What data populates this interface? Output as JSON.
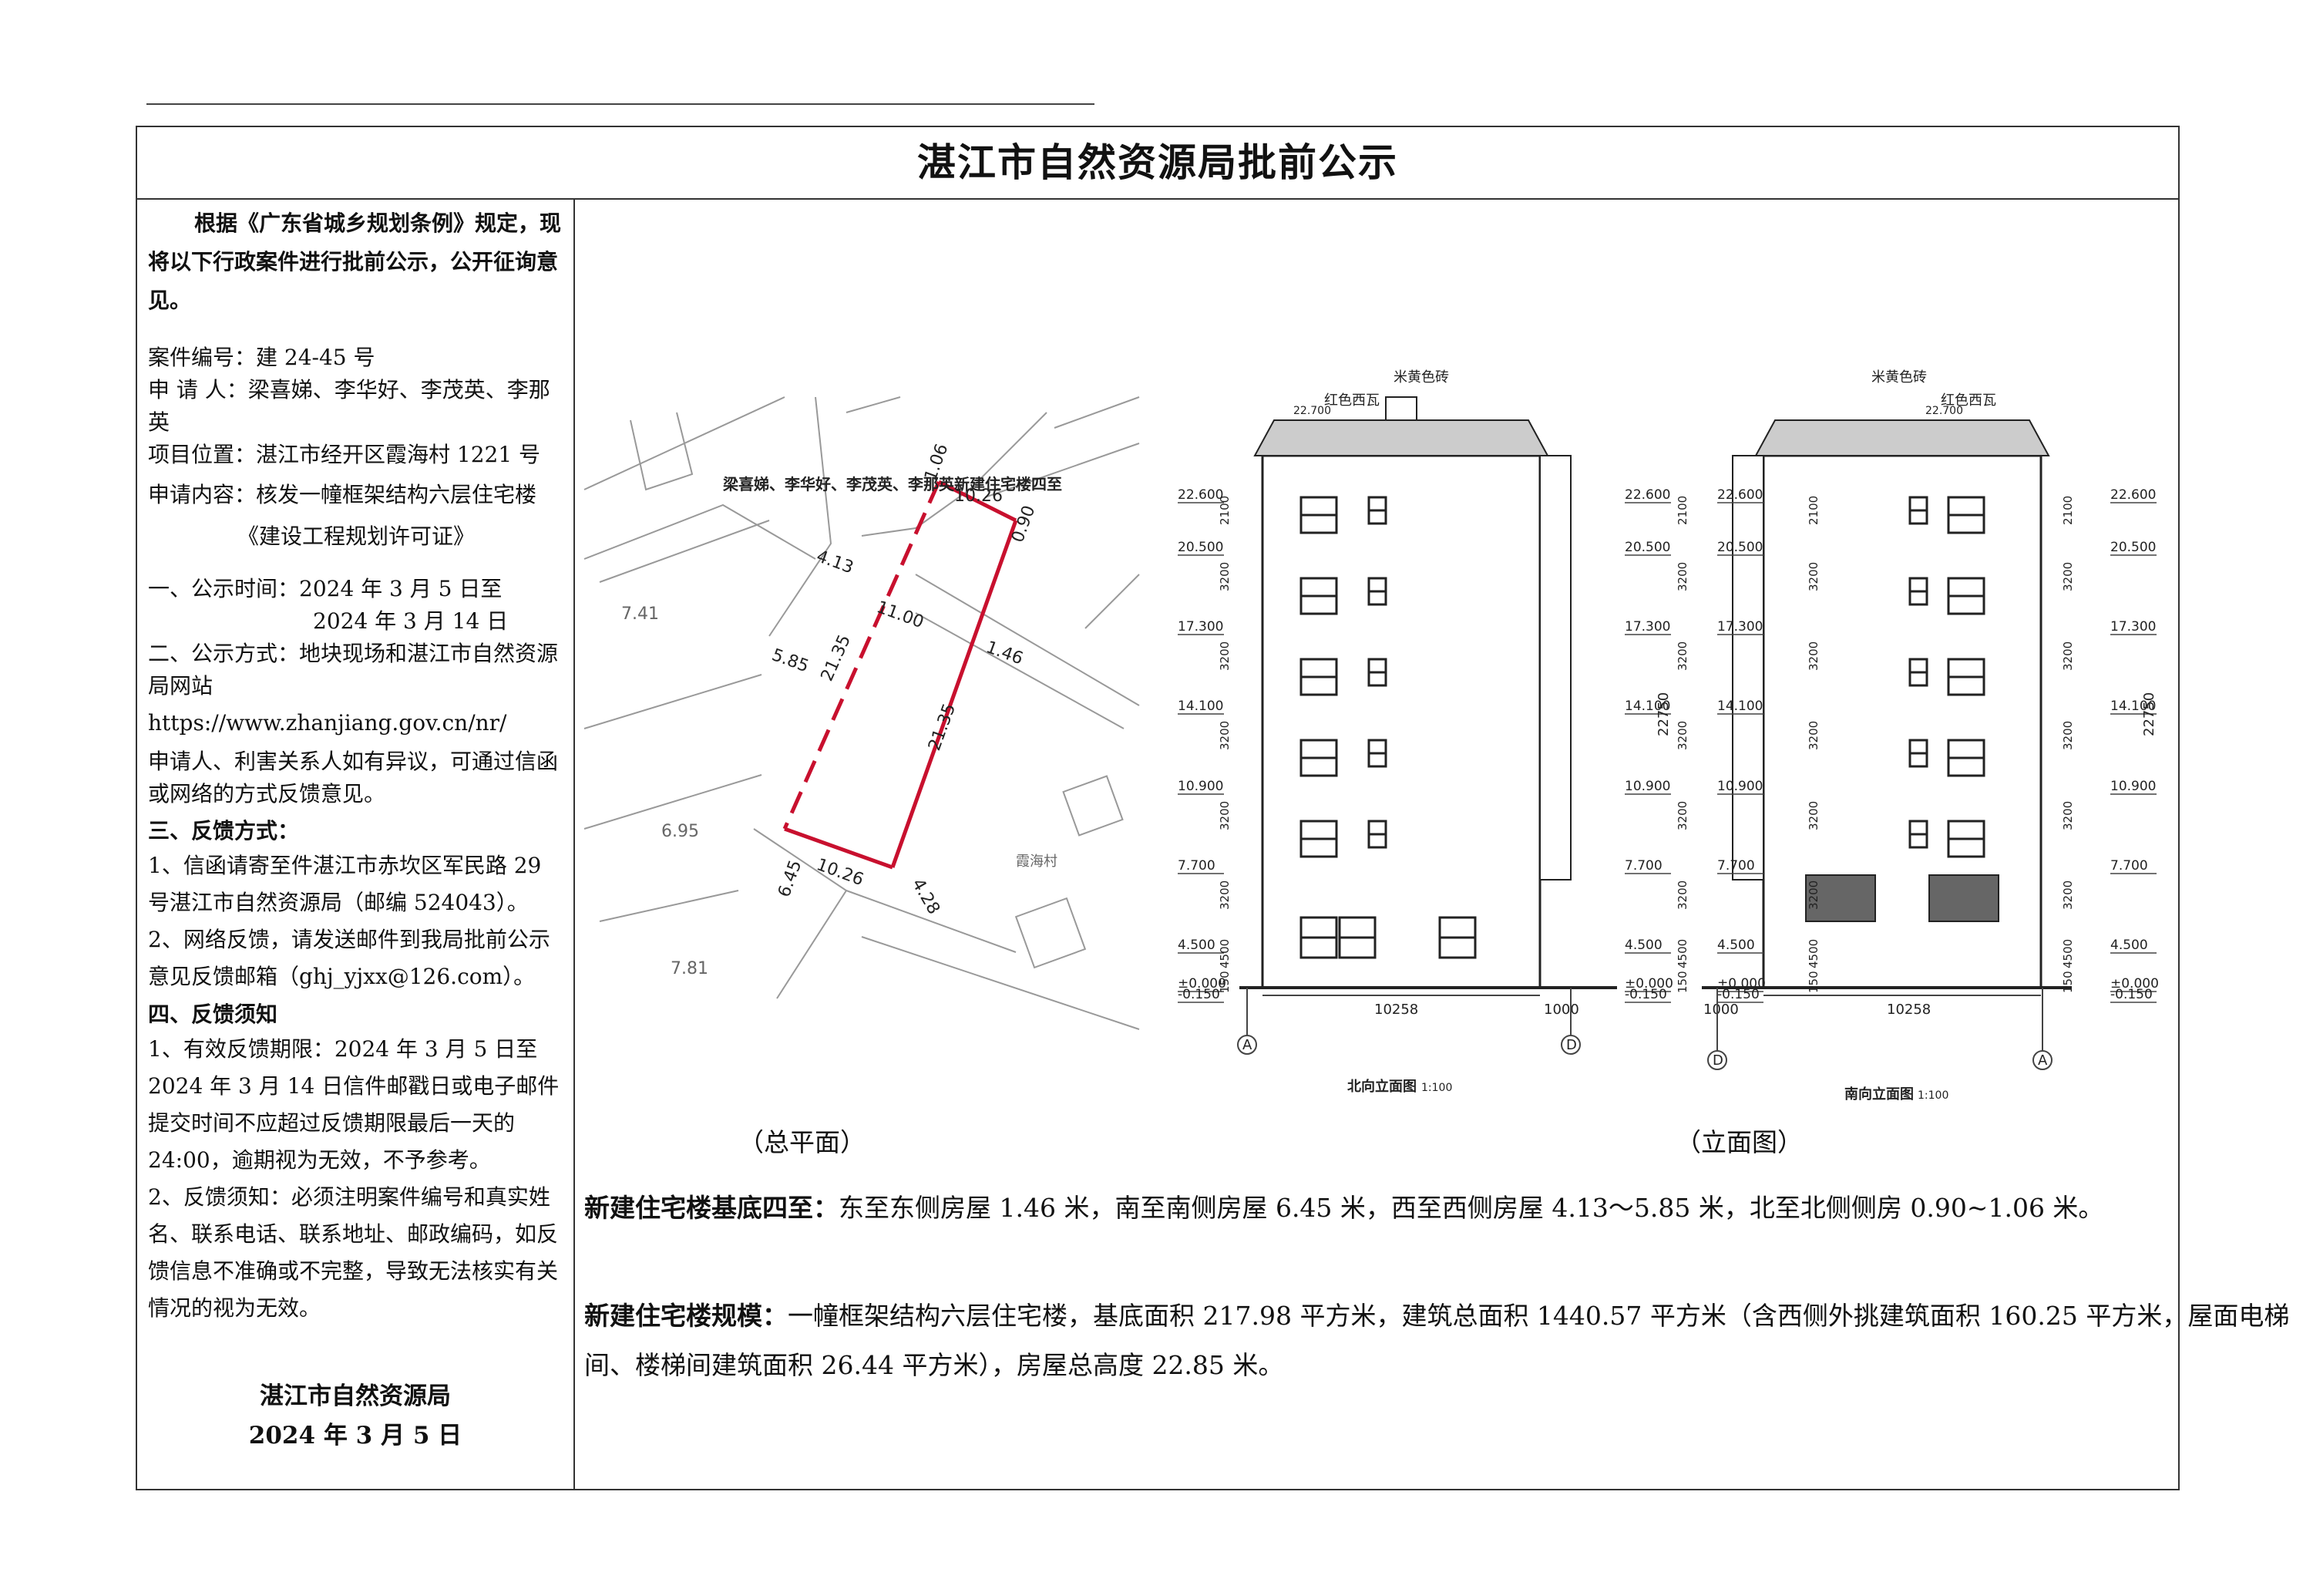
{
  "title": "湛江市自然资源局批前公示",
  "left": {
    "intro": "根据《广东省城乡规划条例》规定，现将以下行政案件进行批前公示，公开征询意见。",
    "case_no": "案件编号：建 24-45 号",
    "applicant": "申 请 人：梁喜娣、李华好、李茂英、李那英",
    "location": "项目位置：湛江市经开区霞海村 1221 号",
    "content": "申请内容：核发一幢框架结构六层住宅楼",
    "license": "《建设工程规划许可证》",
    "period_1": "一、公示时间：2024 年 3 月 5 日至",
    "period_2": "2024 年 3 月 14 日",
    "method": "二、公示方式：地块现场和湛江市自然资源局网站",
    "url": "https://www.zhanjiang.gov.cn/nr/",
    "objection": "申请人、利害关系人如有异议，可通过信函或网络的方式反馈意见。",
    "feedback_head": "三、反馈方式：",
    "feedback_1": "1、信函请寄至件湛江市赤坎区军民路 29 号湛江市自然资源局（邮编 524043）。",
    "feedback_2": "2、网络反馈，请发送邮件到我局批前公示意见反馈邮箱（ghj_yjxx@126.com）。",
    "notice_head": "四、反馈须知",
    "notice_1": "1、有效反馈期限：2024 年 3 月 5 日至 2024 年 3 月 14 日信件邮戳日或电子邮件提交时间不应超过反馈期限最后一天的 24:00，逾期视为无效，不予参考。",
    "notice_2": "2、反馈须知：必须注明案件编号和真实姓名、联系电话、联系地址、邮政编码，如反馈信息不准确或不完整，导致无法核实有关情况的视为无效。",
    "org": "湛江市自然资源局",
    "date": "2024 年 3 月 5 日"
  },
  "plan": {
    "heading": "梁喜娣、李华好、李茂英、李那英新建住宅楼四至",
    "d_top": "10.26",
    "d_bottom": "10.26",
    "d_long": "21.35",
    "d_left": "21.35",
    "d_n1": "1.06",
    "d_n2": "0.90",
    "d_w1": "4.13",
    "d_w2": "5.85",
    "d_w3": "11.00",
    "d_e": "1.46",
    "d_s": "6.45",
    "d_se": "4.28",
    "spot_1": "7.41",
    "spot_2": "6.95",
    "spot_3": "7.81",
    "village": "霞海村",
    "caption": "（总平面）"
  },
  "elev": {
    "levels": [
      "22.600",
      "20.500",
      "17.300",
      "14.100",
      "10.900",
      "7.700",
      "4.500",
      "±0.000",
      "-0.150"
    ],
    "dims": [
      "2100",
      "3200",
      "3200",
      "3200",
      "3200",
      "3200",
      "4500",
      "150"
    ],
    "total": "22750",
    "roof_level": "22.700",
    "width": "10258",
    "offset": "1000",
    "tile_label": "红色西瓦",
    "paint_label": "米黄色砖",
    "axis_a": "A",
    "axis_d": "D",
    "north_title": "北向立面图",
    "south_title": "南向立面图",
    "scale": "1:100",
    "caption": "（立面图）"
  },
  "boundary": {
    "label": "新建住宅楼基底四至：",
    "text": "东至东侧房屋 1.46 米，南至南侧房屋 6.45 米，西至西侧房屋 4.13～5.85 米，北至北侧侧房 0.90~1.06 米。"
  },
  "scale_text": {
    "label": "新建住宅楼规模：",
    "text": "一幢框架结构六层住宅楼，基底面积 217.98 平方米，建筑总面积 1440.57 平方米（含西侧外挑建筑面积 160.25 平方米，屋面电梯间、楼梯间建筑面积 26.44 平方米），房屋总高度 22.85 米。"
  }
}
